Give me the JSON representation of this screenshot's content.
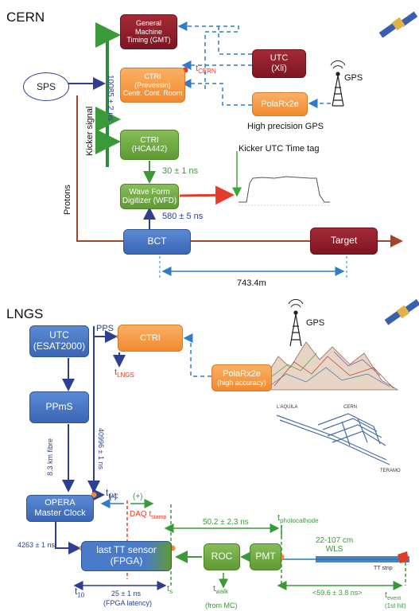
{
  "cern": {
    "title": "CERN",
    "sps": "SPS",
    "gmt": [
      "General",
      "Machine",
      "Timing (GMT)"
    ],
    "ctri_prevessin": [
      "CTRI",
      "(Prevessin)",
      "Centr. Cont. Room"
    ],
    "utc_xli": [
      "UTC",
      "(Xli)"
    ],
    "polarx": "PolaRx2e",
    "t_cern": "t",
    "t_cern_sub": "CERN",
    "gps": "GPS",
    "high_precision_gps": "High precision GPS",
    "kicker_signal": "Kicker signal",
    "delay_10085": "10085 ± 2 ns",
    "protons": "Protons",
    "ctri_hca": [
      "CTRI",
      "(HCA442)"
    ],
    "delay_30": "30 ± 1 ns",
    "kicker_utc": "Kicker UTC Time tag",
    "wfd": [
      "Wave Form",
      "Digitizer (WFD)"
    ],
    "delay_580": "580 ± 5 ns",
    "bct": "BCT",
    "target": "Target",
    "distance": "743.4m"
  },
  "lngs": {
    "title": "LNGS",
    "utc_esat": [
      "UTC",
      "(ESAT2000)"
    ],
    "pps": "PPS",
    "ctri": "CTRI",
    "t_lngs": "t",
    "t_lngs_sub": "LNGS",
    "gps": "GPS",
    "polarx": [
      "PolaRx2e",
      "(high accuracy)"
    ],
    "ppms": "PPmS",
    "fibre": "8.3 km fibre",
    "delay_40996": "40996 ± 1 ns",
    "map_labels": [
      "L'AQUILA",
      "CERN",
      "TERAMO"
    ],
    "opera": [
      "OPERA",
      "Master Clock"
    ],
    "t_mc": "t",
    "t_mc_sub": "MC",
    "minus": "(-)",
    "plus": "(+)",
    "daq": "DAQ t",
    "daq_sub": "stamp",
    "delay_50": "50.2 ± 2.3 ns",
    "t_photocathode": "t",
    "t_photocathode_sub": "photocathode",
    "wls": [
      "22-107 cm",
      "WLS"
    ],
    "delay_4263": "4263 ± 1 ns",
    "tt": [
      "last TT sensor",
      "(FPGA)"
    ],
    "roc": "ROC",
    "pmt": "PMT",
    "tt_strip": "TT strip",
    "t_walk": "t",
    "t_walk_sub": "walk",
    "from_mc": "(from MC)",
    "t_10": "t",
    "t_10_sub": "10",
    "delay_25": "25 ± 1 ns",
    "fpga_latency": "(FPGA latency)",
    "t_s": "t",
    "t_s_sub": "s",
    "delay_59": "<59.6 ± 3.8 ns>",
    "t_event": "t",
    "t_event_sub": "event",
    "first_hit": "(1st hit)"
  }
}
